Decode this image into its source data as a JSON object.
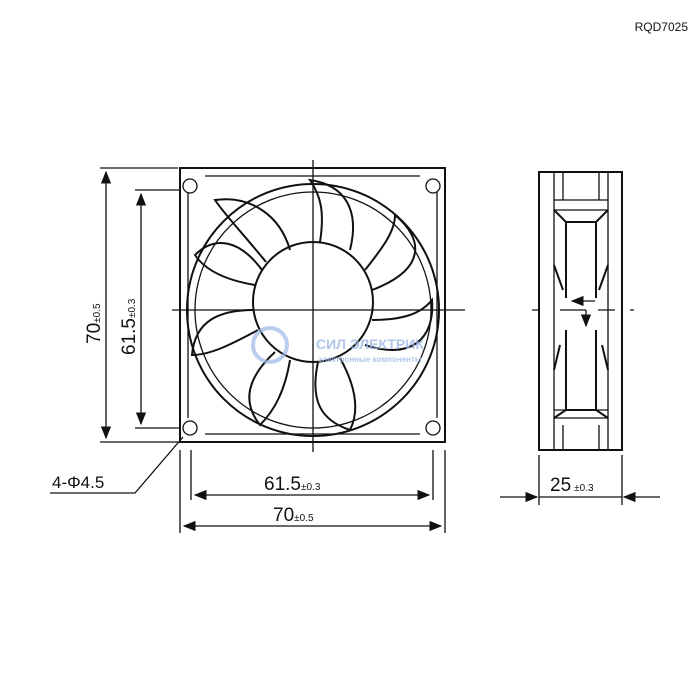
{
  "model": "RQD7025",
  "front_view": {
    "height_outer": {
      "value": "70",
      "tol": "±0.5"
    },
    "height_hole": {
      "value": "61.5",
      "tol": "±0.3"
    },
    "width_hole": {
      "value": "61.5",
      "tol": "±0.3"
    },
    "width_outer": {
      "value": "70",
      "tol": "±0.5"
    },
    "holes": "4-Φ4.5"
  },
  "side_view": {
    "depth": {
      "value": "25",
      "tol": "±0.3"
    }
  },
  "watermark": {
    "brand": "СИЛ ЭЛЕКТРИК",
    "tagline": "электронные компоненты"
  },
  "colors": {
    "line": "#111111",
    "watermark": "#9db8e6"
  }
}
